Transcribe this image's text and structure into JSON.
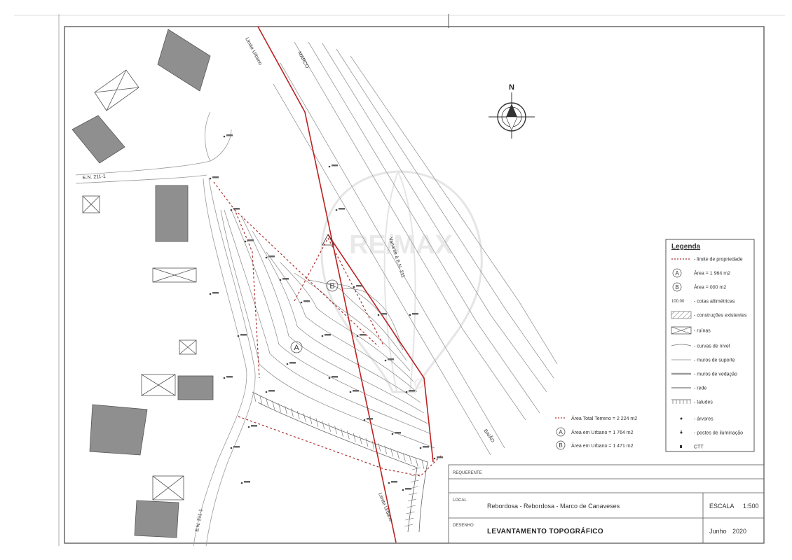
{
  "map": {
    "north_label": "N",
    "labels": {
      "limite_urbano_top": "Limite Urbano",
      "limite_urbano_bottom": "Limite Urbano",
      "marco_top": "MARCO",
      "marco_bottom": "BAIÃO",
      "variante": "Variante à E.N. 211",
      "road_en_top": "E.N. 211-1",
      "road_en_bottom": "E.N. 211-1",
      "area_a": "A",
      "area_b": "B",
      "watermark": "RE/MAX"
    }
  },
  "legend": {
    "title": "Legenda",
    "items": [
      {
        "symbol": "dotted-line",
        "text": "- limite de propriedade"
      },
      {
        "symbol": "circle-A",
        "label": "A",
        "text": "Área = 1 964 m2"
      },
      {
        "symbol": "circle-B",
        "label": "B",
        "text": "Área = 000 m2"
      },
      {
        "symbol": "spot-height",
        "label": "100.00",
        "text": "- cotas altimétricas"
      },
      {
        "symbol": "hatch",
        "text": "- construções existentes"
      },
      {
        "symbol": "ruin",
        "text": "- ruínas"
      },
      {
        "symbol": "contour-main",
        "text": "- curvas de nível"
      },
      {
        "symbol": "line-thin",
        "text": "- muros de suporte"
      },
      {
        "symbol": "line-thick",
        "text": "- muros de vedação"
      },
      {
        "symbol": "line-road",
        "text": "- rede"
      },
      {
        "symbol": "talus",
        "text": "- taludes"
      },
      {
        "symbol": "dot",
        "text": "- árvores"
      },
      {
        "symbol": "dot-lamp",
        "text": "- postes de iluminação"
      },
      {
        "symbol": "ctt",
        "text": "CTT"
      }
    ]
  },
  "areas_summary": [
    {
      "symbol": "dotted",
      "text": "Área Total Terreno = 2 224 m2"
    },
    {
      "symbol": "A",
      "text": "Área em Urbano = 1 764 m2"
    },
    {
      "symbol": "B",
      "text": "Área em Urbano = 1 471 m2"
    }
  ],
  "title_block": {
    "row1_label": "REQUERENTE",
    "row2_label": "LOCAL",
    "location": "Rebordosa - Rebordosa - Marco de Canaveses",
    "row3_label": "DESENHO",
    "drawing_title": "LEVANTAMENTO TOPOGRÁFICO",
    "scale_label": "ESCALA",
    "scale_value": "1:500",
    "date_label": "Junho",
    "date_value": "2020"
  }
}
